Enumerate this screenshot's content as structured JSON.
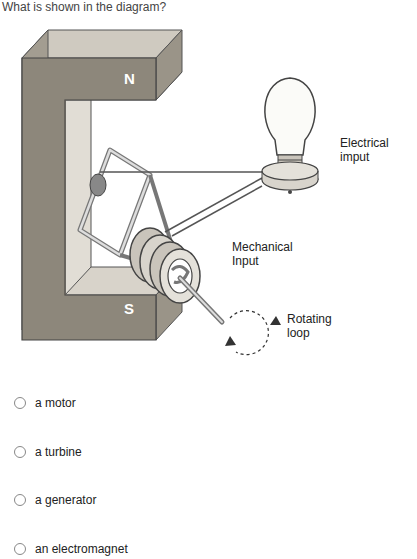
{
  "diagram": {
    "title": "What is shown in the diagram?",
    "labels": [
      "N",
      "S",
      "Electrical imput",
      "Mechanical Input",
      "Rotating loop",
      "a motor",
      "a turbine",
      "a generator",
      "an electromagnet"
    ]
  }
}
